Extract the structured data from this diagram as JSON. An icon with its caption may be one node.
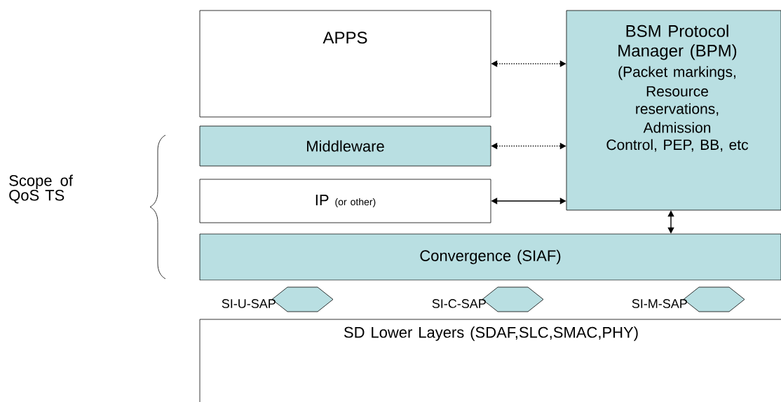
{
  "diagram": {
    "nodes": [
      {
        "text": [
          "APPS"
        ]
      },
      {
        "text": [
          "Middleware"
        ]
      },
      {
        "text": [
          "IP",
          "(or other)"
        ]
      },
      {
        "text": [
          "BSM Protocol Manager (BPM)",
          "(Packet markings,",
          "Resource reservations,",
          "Admission",
          "Control, PEP, BB, etc"
        ]
      },
      {
        "text": [
          "Convergence (SIAF)"
        ]
      },
      {
        "text": [],
        "shape": "hexagon",
        "beside": [
          "SI-U-SAP"
        ]
      },
      {
        "text": [],
        "shape": "hexagon",
        "beside": [
          "SI-C-SAP"
        ]
      },
      {
        "text": [],
        "shape": "hexagon",
        "beside": [
          "SI-M-SAP"
        ]
      },
      {
        "text": [
          "SD Lower Layers (SDAF,SLC,SMAC,PHY)"
        ]
      }
    ],
    "edges": [
      {
        "from": 0,
        "to": 3,
        "arrow": "both",
        "style": "dashed"
      },
      {
        "from": 1,
        "to": 3,
        "arrow": "both",
        "style": "dashed"
      },
      {
        "from": 2,
        "to": 3,
        "arrow": "both"
      },
      {
        "from": 3,
        "to": 4,
        "arrow": "both"
      }
    ],
    "labels": [
      "Scope of QoS TS"
    ]
  }
}
